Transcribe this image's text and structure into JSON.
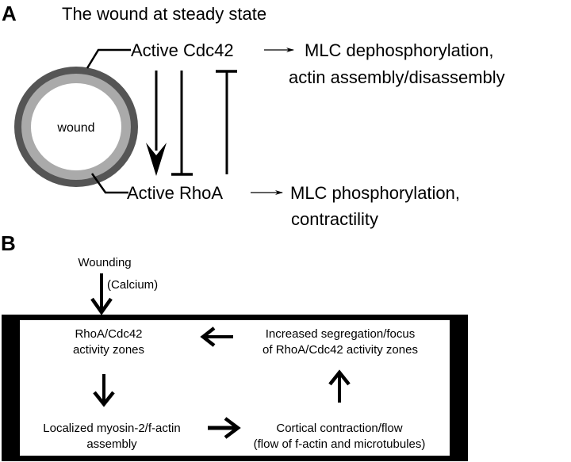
{
  "colors": {
    "ring_outer": "#555555",
    "ring_inner": "#aaaaaa",
    "ink": "#000000",
    "background": "#ffffff"
  },
  "panel_a": {
    "label": "A",
    "title": "The wound at steady state",
    "wound_label": "wound",
    "cdc42_label": "Active Cdc42",
    "rhoa_label": "Active RhoA",
    "cdc42_effect_line1": "MLC dephosphorylation,",
    "cdc42_effect_line2": "actin assembly/disassembly",
    "rhoa_effect_line1": "MLC phosphorylation,",
    "rhoa_effect_line2": "contractility",
    "interactions": [
      {
        "from": "Active Cdc42",
        "to": "Active RhoA",
        "type": "activation"
      },
      {
        "from": "Active Cdc42",
        "to": "Active RhoA",
        "type": "inhibition"
      },
      {
        "from": "Active RhoA",
        "to": "Active Cdc42",
        "type": "inhibition"
      }
    ]
  },
  "panel_b": {
    "label": "B",
    "trigger": "Wounding",
    "trigger_mediator": "(Calcium)",
    "nodes": {
      "zones_line1": "RhoA/Cdc42",
      "zones_line2": "activity zones",
      "myosin_line1": "Localized myosin-2/f-actin",
      "myosin_line2": "assembly",
      "contraction_line1": "Cortical contraction/flow",
      "contraction_line2": "(flow of f-actin and microtubules)",
      "segregation_line1": "Increased segregation/focus",
      "segregation_line2": "of RhoA/Cdc42 activity zones"
    },
    "cycle": [
      "RhoA/Cdc42 activity zones",
      "Localized myosin-2/f-actin assembly",
      "Cortical contraction/flow",
      "Increased segregation/focus of RhoA/Cdc42 activity zones"
    ]
  }
}
